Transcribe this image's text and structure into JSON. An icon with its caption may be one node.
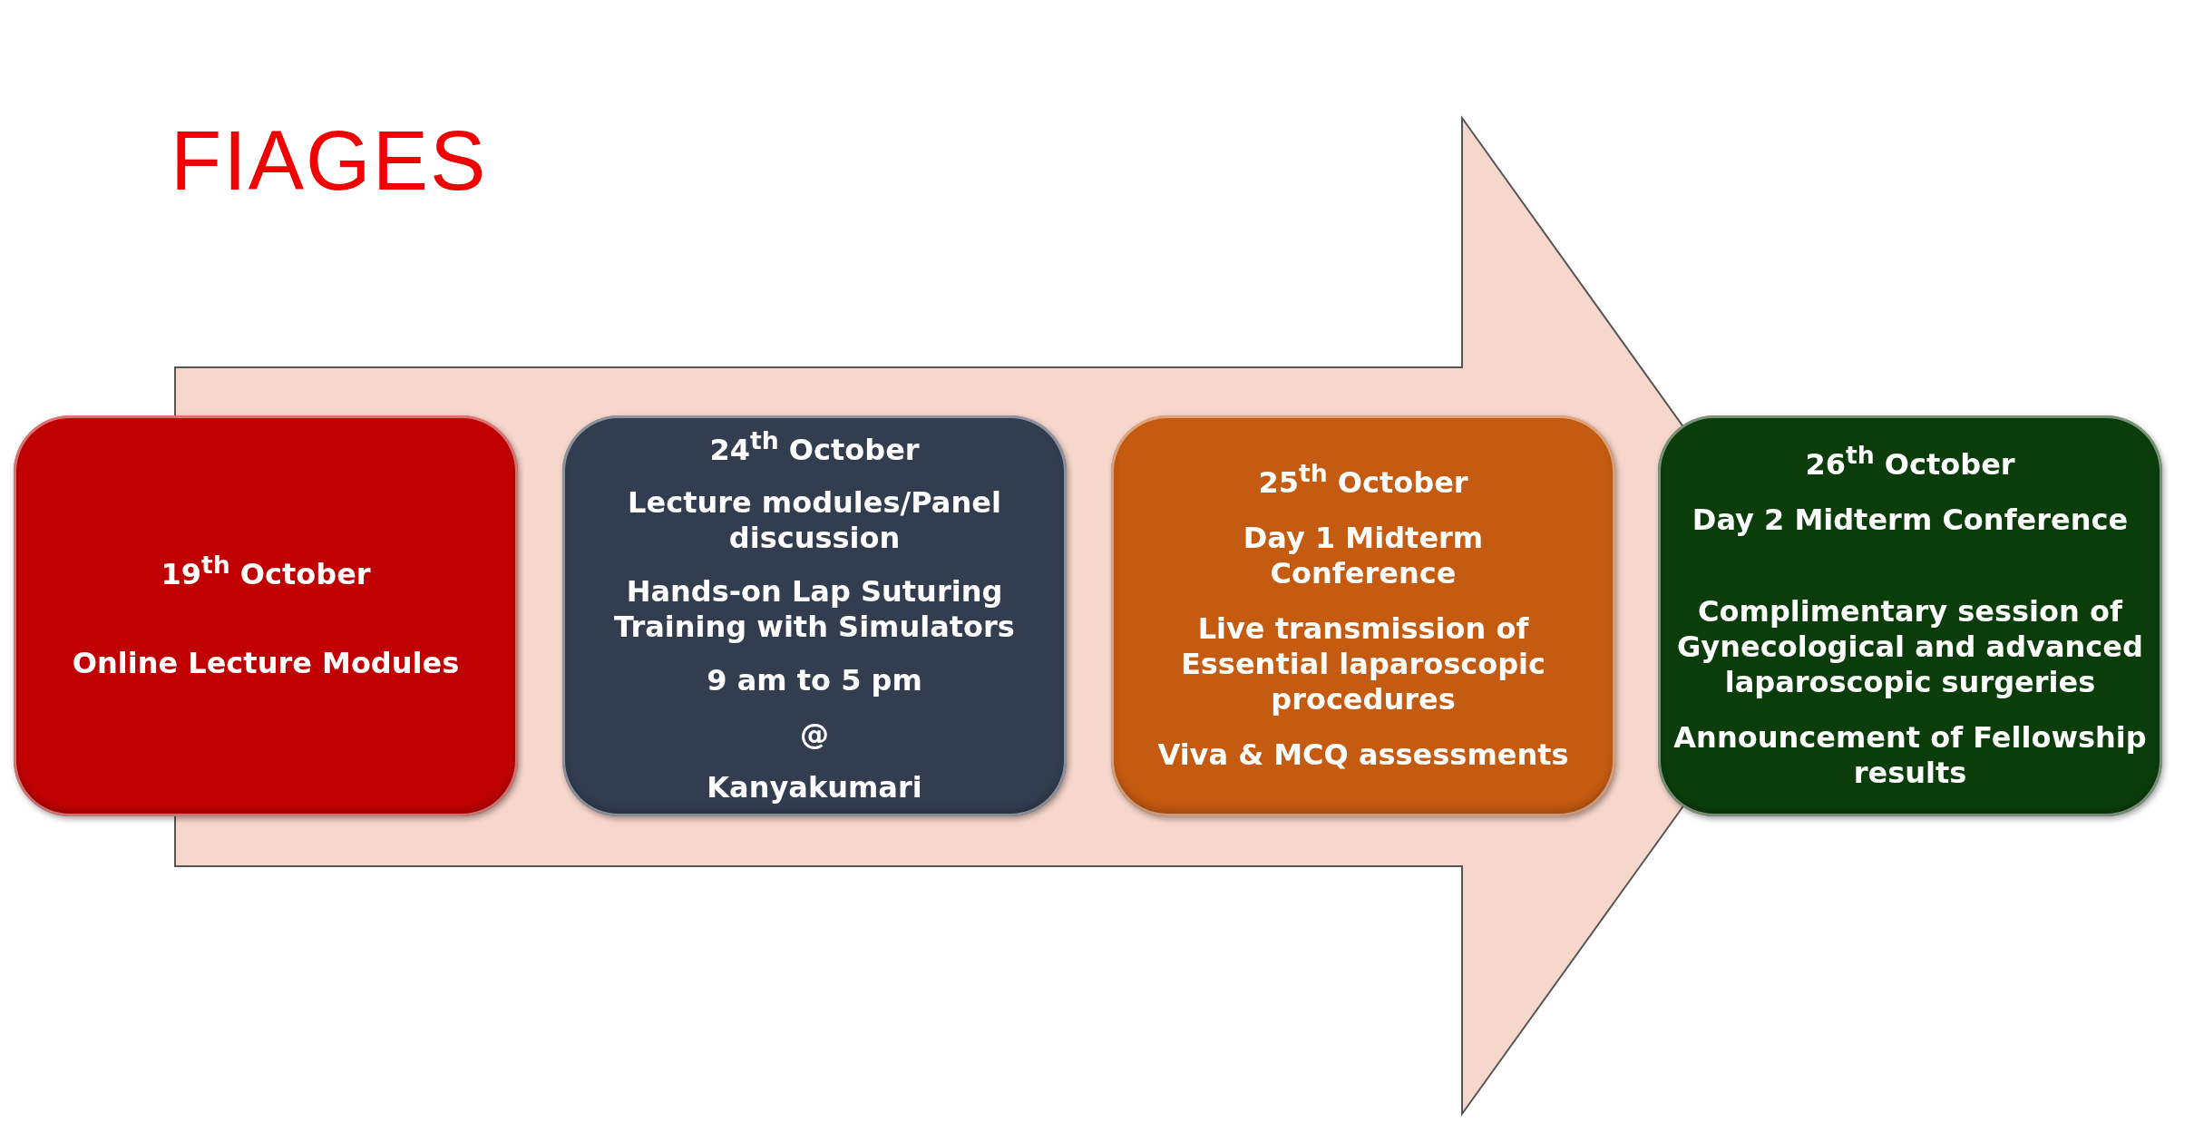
{
  "diagram": {
    "title": "FIAGES",
    "nodes": [
      {
        "text": [
          "19$^{th}$ October",
          "Online Lecture Modules"
        ]
      },
      {
        "text": [
          "24$^{th}$ October",
          "Lecture modules/Panel discussion",
          "Hands-on Lap Suturing Training with Simulators",
          "9 am to 5 pm",
          "@",
          "Kanyakumari"
        ]
      },
      {
        "text": [
          "25$^{th}$ October",
          "Day 1 Midterm Conference",
          "Live transmission of Essential laparoscopic procedures",
          "Viva & MCQ assessments"
        ]
      },
      {
        "text": [
          "26$^{th}$ October",
          "Day 2 Midterm Conference",
          "Complimentary session of Gynecological and advanced laparoscopic surgeries",
          "Announcement of Fellowship results"
        ]
      }
    ],
    "edges": [
      {
        "from": 0,
        "to": 3,
        "arrow": "to"
      }
    ]
  }
}
